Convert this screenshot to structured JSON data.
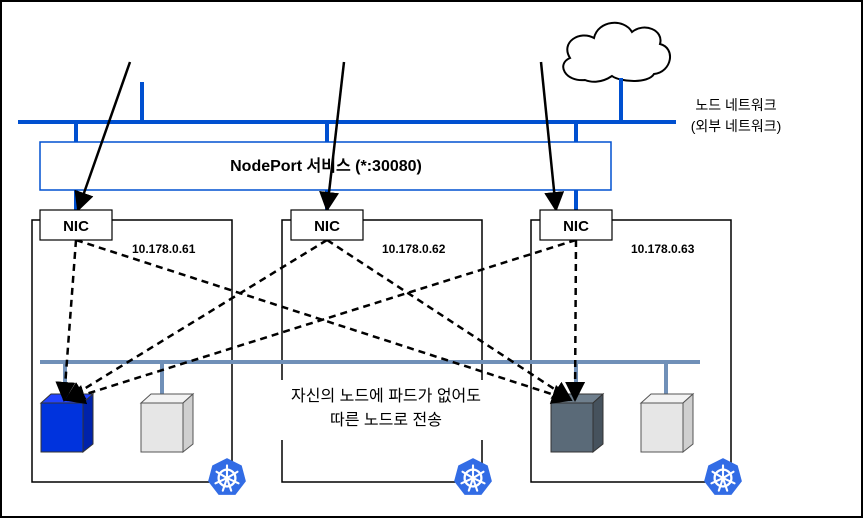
{
  "network_label": {
    "line1": "노드 네트워크",
    "line2": "(외부 네트워크)"
  },
  "service_label": "NodePort 서비스 (*:30080)",
  "nodes": [
    {
      "nic_label": "NIC",
      "ip": "10.178.0.61"
    },
    {
      "nic_label": "NIC",
      "ip": "10.178.0.62"
    },
    {
      "nic_label": "NIC",
      "ip": "10.178.0.63"
    }
  ],
  "caption": {
    "line1": "자신의 노드에 파드가 없어도",
    "line2": "따른 노드로 전송"
  },
  "colors": {
    "network_line": "#0050d0",
    "service_border": "#0050d0",
    "pod_bus": "#7090b8",
    "pod_active": "#0033dd",
    "pod_inactive": "#e6e6e6",
    "pod_dark": "#5a6a78",
    "k8s_blue": "#326ce5"
  },
  "icons": {
    "cloud": "cloud-icon",
    "kubernetes": "kubernetes-helm-icon"
  }
}
